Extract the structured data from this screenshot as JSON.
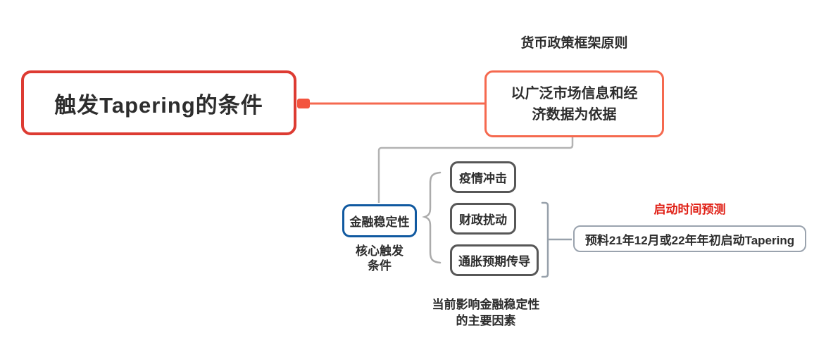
{
  "colors": {
    "root_border": "#dd3b32",
    "accent_salmon": "#f5694f",
    "collapse_handle": "#f3543e",
    "blue_border": "#1059a0",
    "gray_border": "#575757",
    "light_border": "#9aa3ae",
    "connector_gray": "#b3b3b3",
    "brace_gray": "#ababab",
    "bracket_gray": "#98a1ab",
    "label_red": "#e02117",
    "text_dark": "#2d2d2d"
  },
  "nodes": {
    "root": {
      "label": "触发Tapering的条件"
    },
    "principle": {
      "caption": "货币政策框架原则",
      "line1": "以广泛市场信息和经",
      "line2": "济数据为依据"
    },
    "stability": {
      "label": "金融稳定性",
      "caption_line1": "核心触发",
      "caption_line2": "条件"
    },
    "factors": {
      "items": [
        {
          "label": "疫情冲击"
        },
        {
          "label": "财政扰动"
        },
        {
          "label": "通胀预期传导"
        }
      ],
      "caption_line1": "当前影响金融稳定性",
      "caption_line2": "的主要因素"
    },
    "prediction": {
      "caption": "启动时间预测",
      "label": "预料21年12月或22年年初启动Tapering"
    }
  }
}
